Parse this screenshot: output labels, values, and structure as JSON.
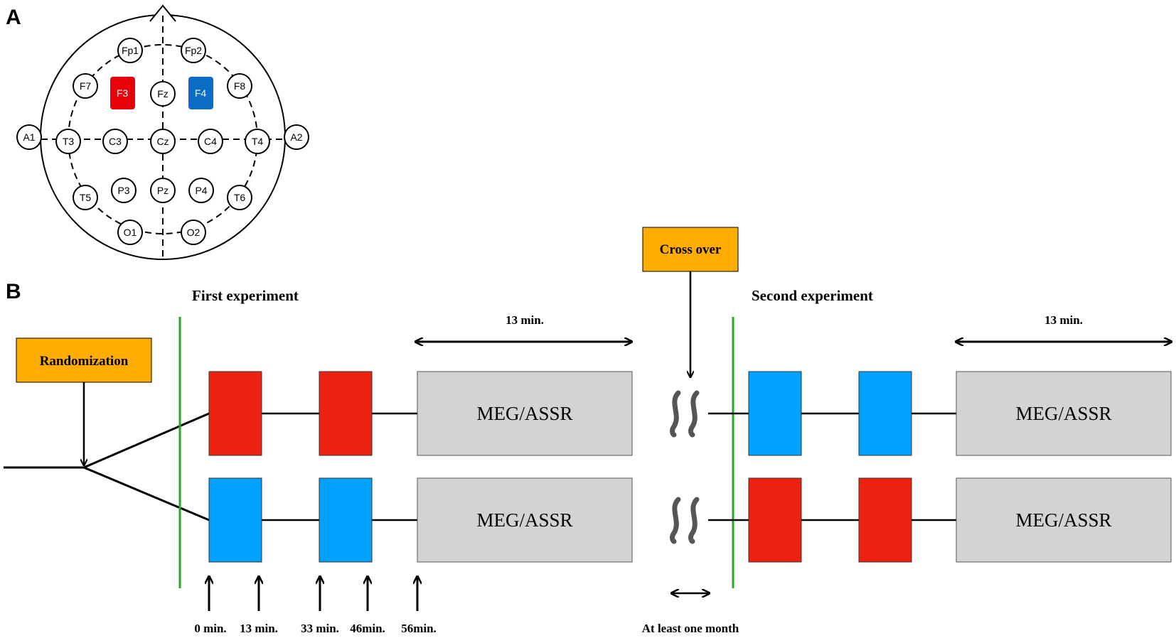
{
  "panels": {
    "a": "A",
    "b": "B"
  },
  "colors": {
    "f3_highlight": "#e8000b",
    "f4_highlight": "#0a6cc4",
    "red_block": "#ee2211",
    "blue_block": "#00a2ff",
    "meg_block": "#d3d3d3",
    "label_box": "#ffad00",
    "divider": "#22aa22",
    "wave": "#555555"
  },
  "electrodes": {
    "fp1": "Fp1",
    "fp2": "Fp2",
    "f7": "F7",
    "f3": "F3",
    "fz": "Fz",
    "f4": "F4",
    "f8": "F8",
    "a1": "A1",
    "t3": "T3",
    "c3": "C3",
    "cz": "Cz",
    "c4": "C4",
    "t4": "T4",
    "a2": "A2",
    "t5": "T5",
    "p3": "P3",
    "pz": "Pz",
    "p4": "P4",
    "t6": "T6",
    "o1": "O1",
    "o2": "O2"
  },
  "labels": {
    "randomization": "Randomization",
    "cross_over": "Cross over",
    "first_experiment": "First experiment",
    "second_experiment": "Second experiment",
    "duration_first": "13 min.",
    "duration_second": "13 min.",
    "at_least_one_month": "At least one month"
  },
  "meg_blocks": [
    "MEG/ASSR",
    "MEG/ASSR",
    "MEG/ASSR",
    "MEG/ASSR"
  ],
  "time_marks": [
    "0 min.",
    "13 min.",
    "33 min.",
    "46min.",
    "56min."
  ]
}
